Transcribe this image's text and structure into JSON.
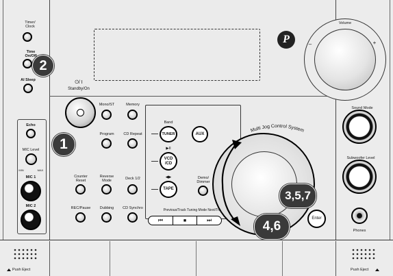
{
  "left_column": {
    "timer_clock": "Timer/\nClock",
    "time_onoff": "Time\nOn/Off",
    "ai_sleep": "AI Sleep",
    "echo": "Echo",
    "mic_level": "MIC Level",
    "min": "MIN",
    "max": "MAX",
    "mic1": "MIC 1",
    "mic2": "MIC 2"
  },
  "standby": {
    "symbol": "⏻/ I",
    "label": "Standby/On"
  },
  "buttons": {
    "mono_st": "Mono/ST",
    "memory": "Memory",
    "program": "Program",
    "cd_repeat": "CD Repeat",
    "counter_reset": "Counter\nReset",
    "reverse_mode": "Reverse\nMode",
    "deck_12": "Deck 1/2",
    "rec_pause": "REC/Pause",
    "dubbing": "Dubbing",
    "cd_synchro": "CD Synchro",
    "demo_dimmer": "Demo/\nDimmer"
  },
  "center": {
    "band": "Band",
    "tuner": "TUNER",
    "aux": "AUX",
    "play_pause": "▶II",
    "vcd_cd": "VCD\n/CD",
    "tape_arrows": "◀▶",
    "tape": "TAPE",
    "track_header": "Previous/Track Tuning Mode  Next/Track",
    "prev": "⏮",
    "stop": "■",
    "next": "⏭"
  },
  "jog": {
    "label": "Multi Jog  Control  System",
    "enter": "Enter"
  },
  "right_column": {
    "logo": "P",
    "volume": "Volume",
    "minus": "–",
    "plus": "+",
    "sound_mode": "Sound Mode",
    "subwoofer_level": "Subwoofer Level",
    "phones": "Phones"
  },
  "bottom": {
    "push_eject_left": "Push Eject",
    "push_eject_right": "Push Eject"
  },
  "callouts": {
    "c1": "1",
    "c2": "2",
    "c357": "3,5,7",
    "c46": "4,6"
  }
}
